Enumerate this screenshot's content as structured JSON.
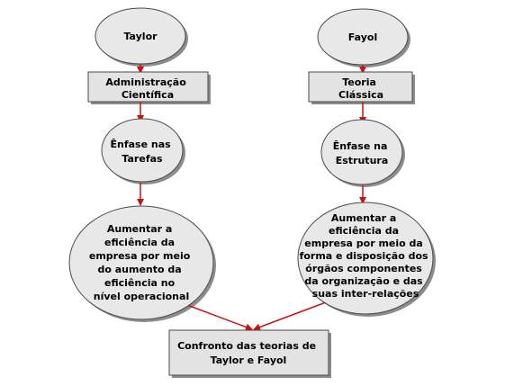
{
  "nodes": {
    "taylor": {
      "lines": [
        "Taylor"
      ]
    },
    "fayol": {
      "lines": [
        "Fayol"
      ]
    },
    "admin_cientifica": {
      "lines": [
        "Administração",
        "Científica"
      ]
    },
    "teoria_classica": {
      "lines": [
        "Teoria",
        "Clássica"
      ]
    },
    "enfase_tarefas": {
      "lines": [
        "Ênfase nas",
        "Tarefas"
      ]
    },
    "enfase_estrutura": {
      "lines": [
        "Ênfase na",
        "Estrutura"
      ]
    },
    "eficiencia_taylor": {
      "lines": [
        "Aumentar a",
        "eficiência da",
        "empresa por meio",
        "do aumento da",
        "eficiência no",
        "nível operacional"
      ]
    },
    "eficiencia_fayol": {
      "lines": [
        "Aumentar a",
        "eficiência da",
        "empresa por meio da",
        "forma e disposição dos",
        "órgãos componentes",
        "da organização e das",
        "suas inter-relações"
      ]
    },
    "confronto": {
      "lines": [
        "Confronto das teorias de",
        "Taylor e Fayol"
      ]
    }
  },
  "colors": {
    "ellipse_fill": "#e8e8e8",
    "box_fill": "#e3e3e3",
    "outline": "#4a4a4a",
    "shadow": "#8c8c8c",
    "arrow": "#cc1111"
  }
}
